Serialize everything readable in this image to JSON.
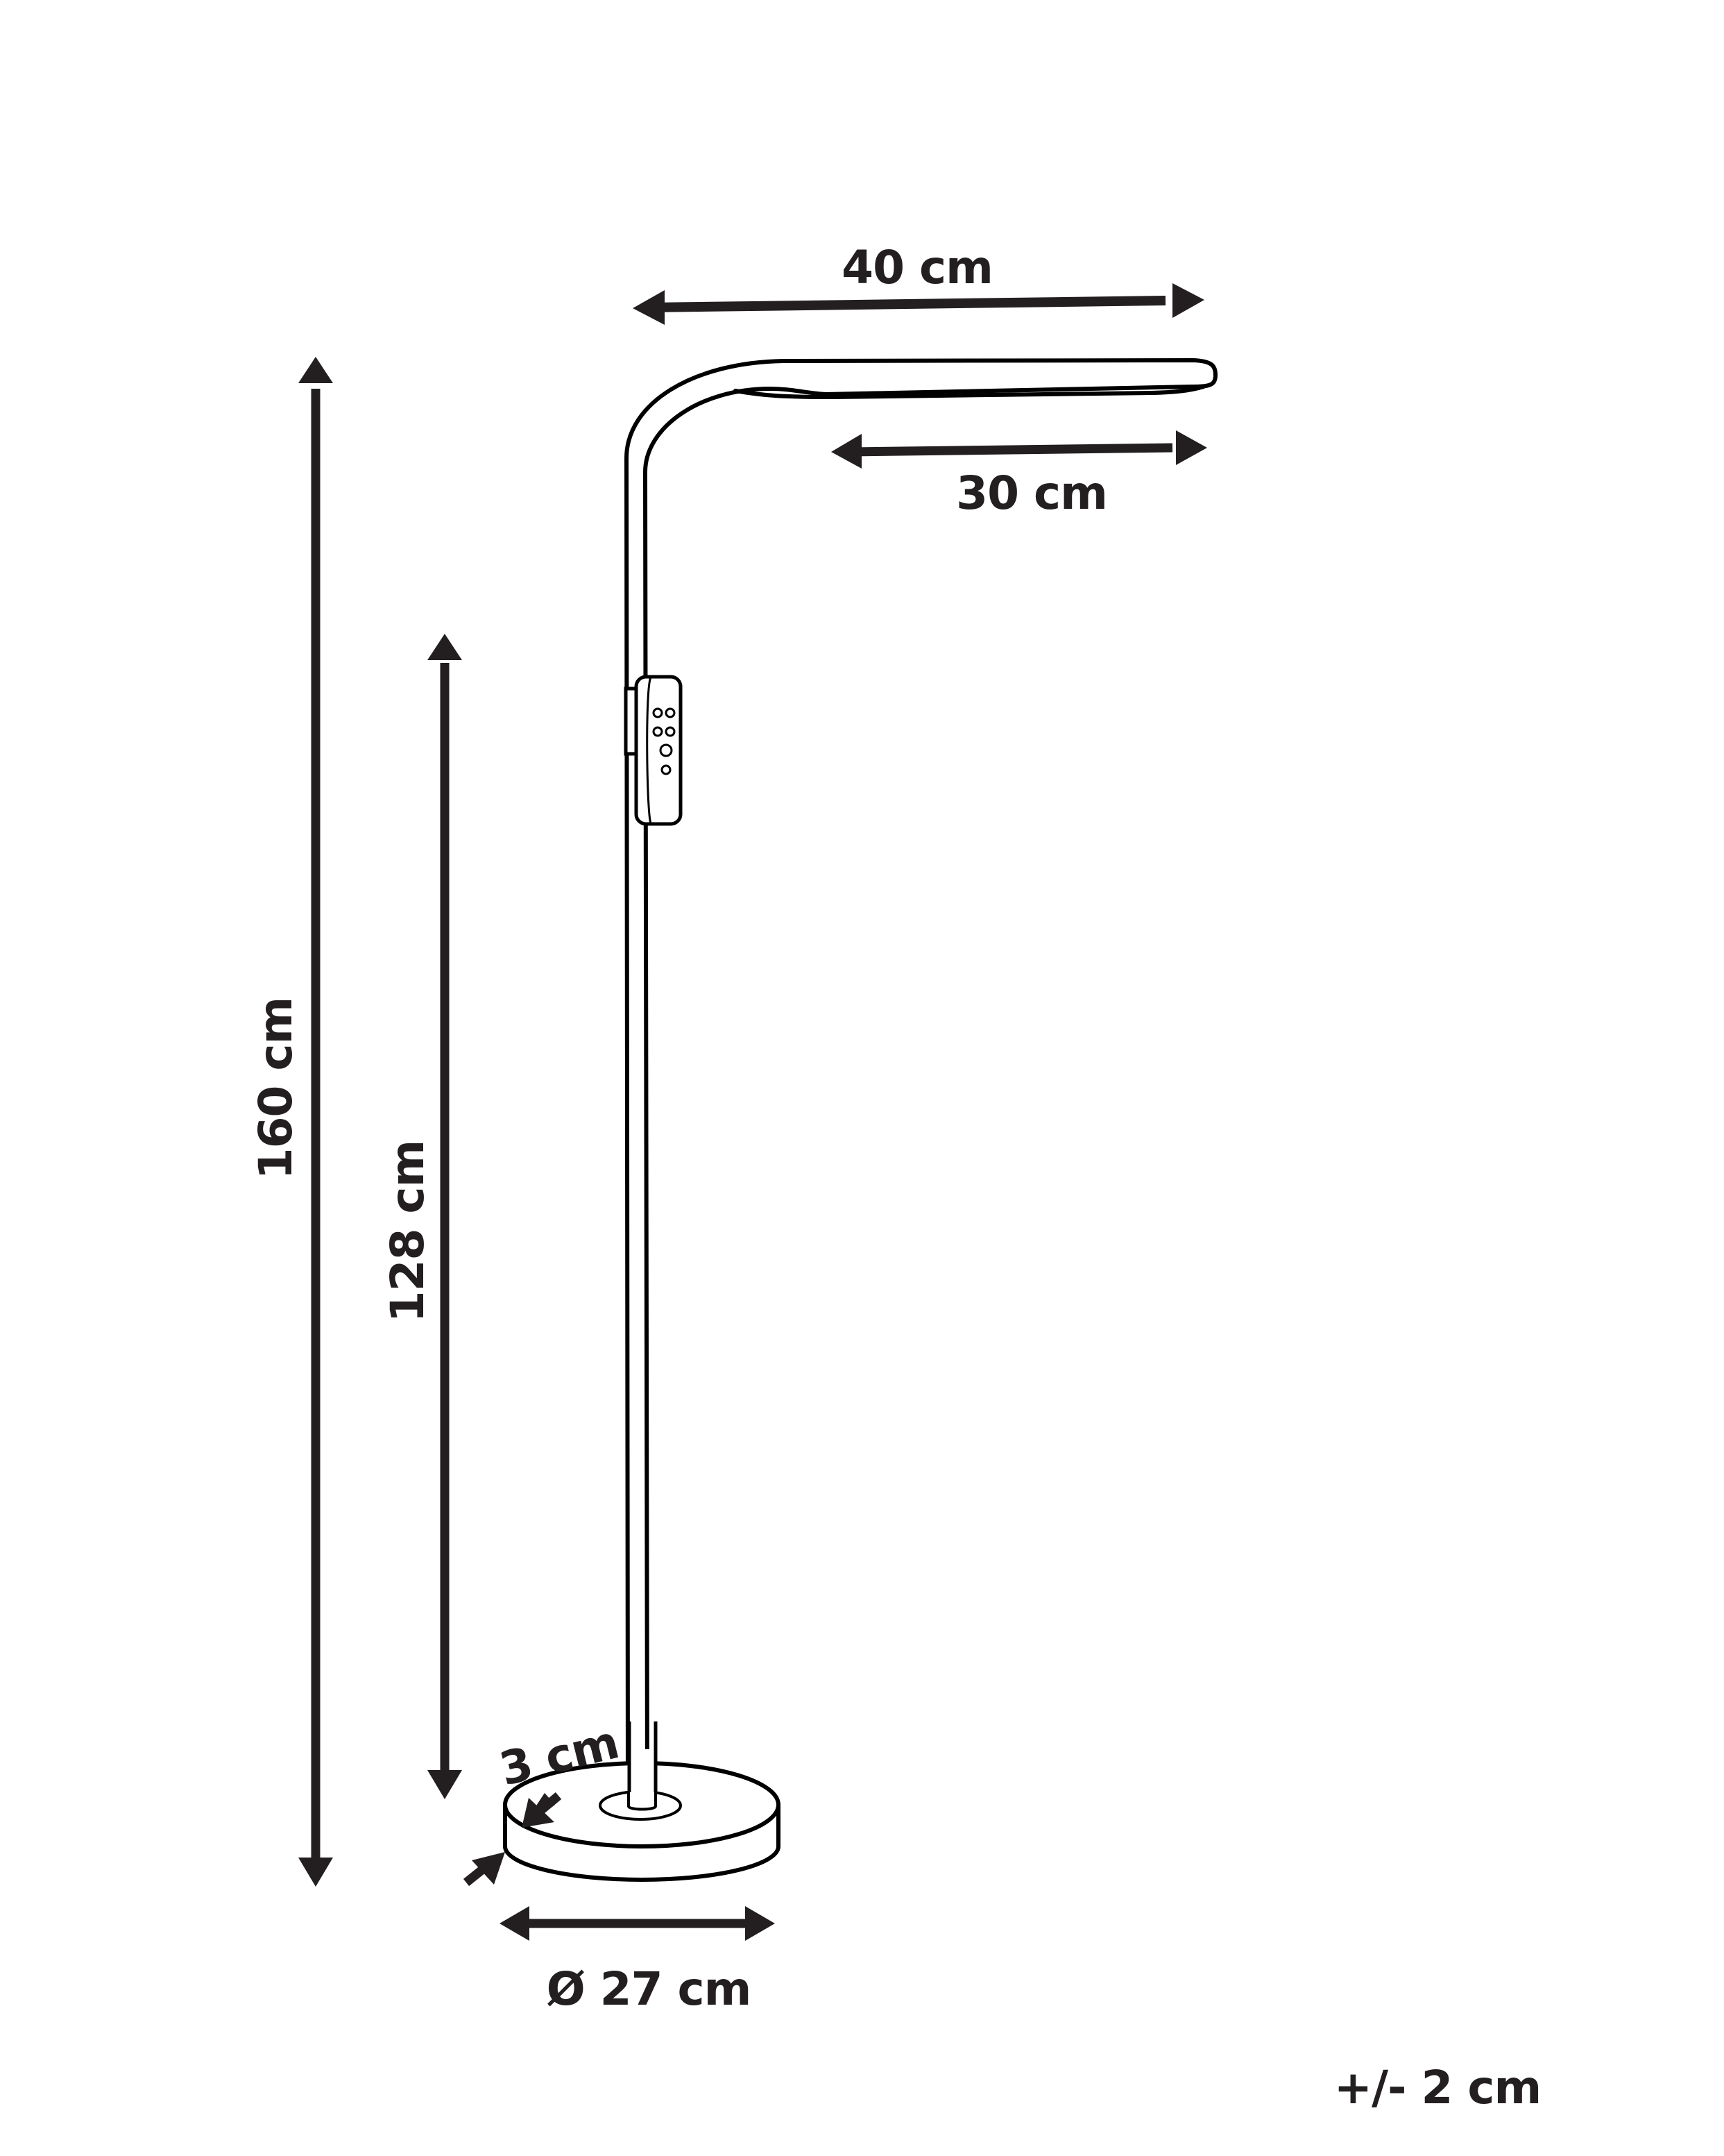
{
  "diagram": {
    "subject": "floor lamp dimension drawing",
    "ink_color": "#231f20",
    "background_color": "#ffffff"
  },
  "dimensions": {
    "head_length": {
      "label": "40 cm",
      "value": 40,
      "unit": "cm"
    },
    "head_panel_length": {
      "label": "30 cm",
      "value": 30,
      "unit": "cm"
    },
    "total_height": {
      "label": "160 cm",
      "value": 160,
      "unit": "cm"
    },
    "control_height": {
      "label": "128 cm",
      "value": 128,
      "unit": "cm"
    },
    "base_thickness": {
      "label": "3 cm",
      "value": 3,
      "unit": "cm"
    },
    "base_diameter": {
      "label": "Ø 27 cm",
      "value": 27,
      "unit": "cm"
    }
  },
  "tolerance": {
    "label": "+/- 2 cm"
  },
  "control_panel": {
    "button_count": 6
  }
}
